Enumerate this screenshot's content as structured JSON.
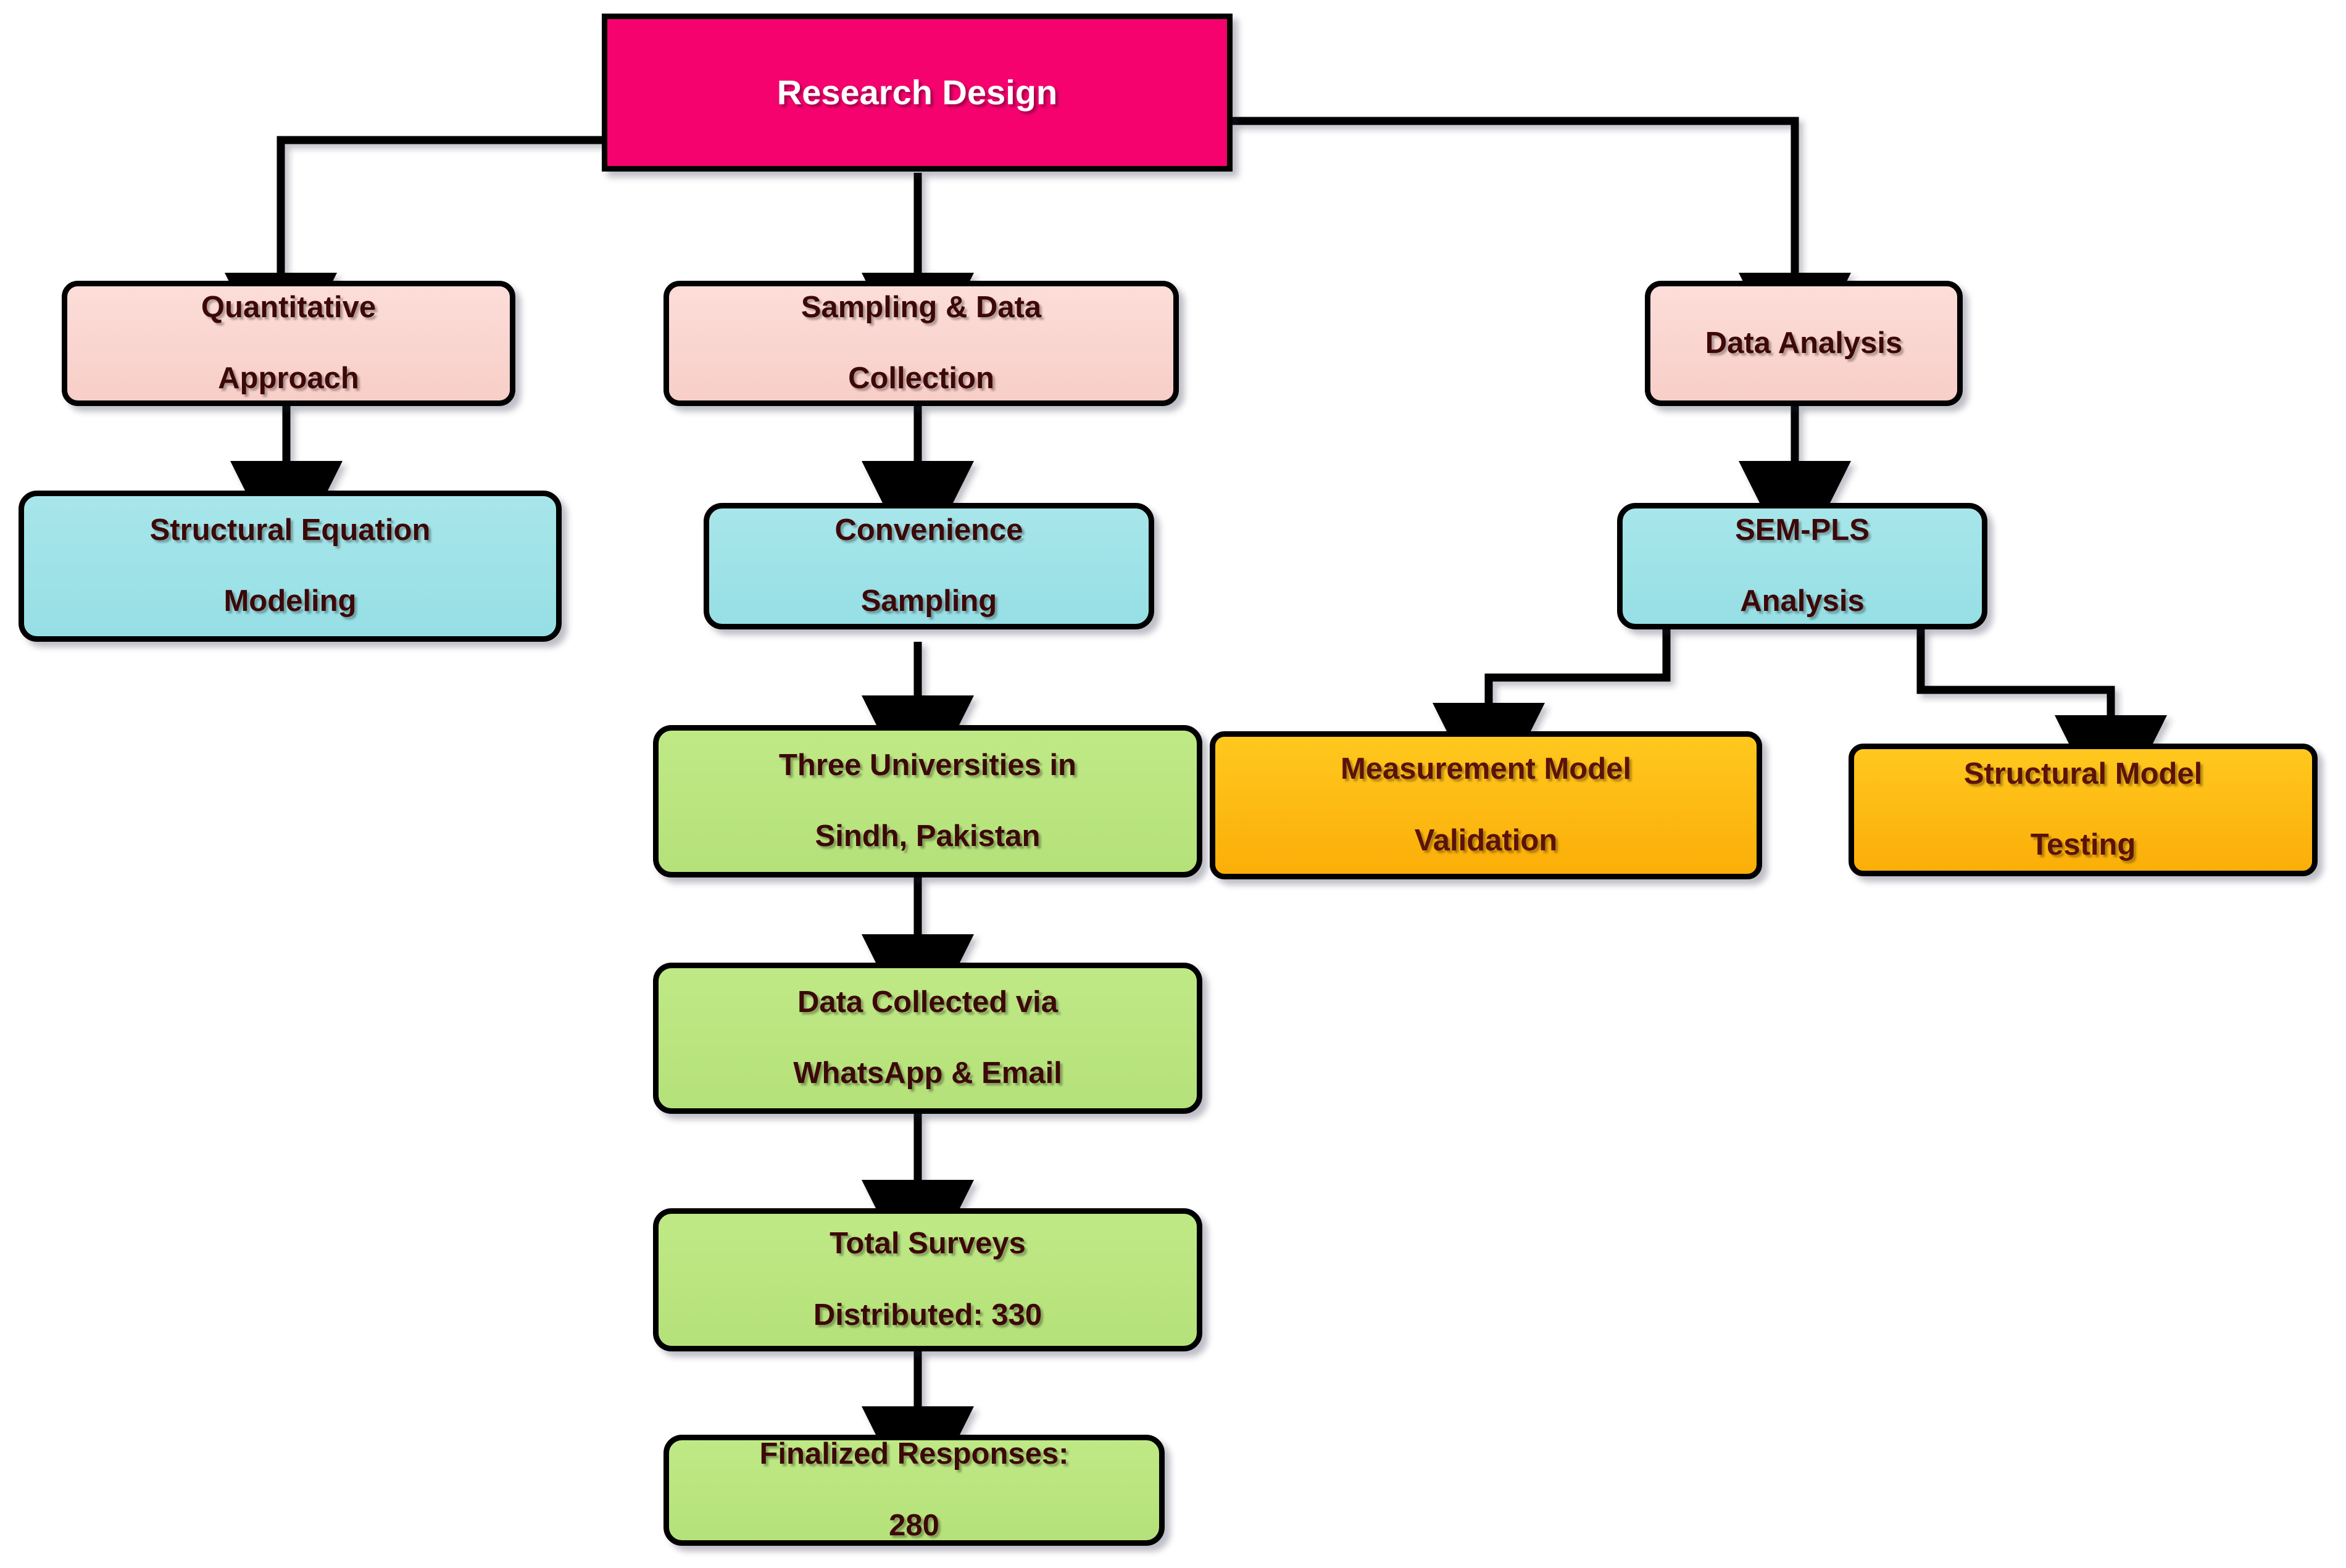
{
  "diagram": {
    "type": "flowchart",
    "title": "Research Design",
    "orientation": "top-down",
    "palette": {
      "root": "#F5026F",
      "stage": "#FAD5D0",
      "method": "#9EE3E8",
      "data": "#BBE77F",
      "model": "#FFB808",
      "text_dark": "#3D0808",
      "text_light": "#FFFFFF",
      "edge": "#000000",
      "background": "#FFFFFF"
    },
    "nodes": [
      {
        "id": "root",
        "label": "Research Design",
        "color_role": "root",
        "shape": "rect"
      },
      {
        "id": "quant",
        "label": "Quantitative\nApproach",
        "color_role": "stage",
        "shape": "rounded"
      },
      {
        "id": "sampling",
        "label": "Sampling & Data\nCollection",
        "color_role": "stage",
        "shape": "rounded"
      },
      {
        "id": "analysis",
        "label": "Data Analysis",
        "color_role": "stage",
        "shape": "rounded"
      },
      {
        "id": "sem",
        "label": "Structural Equation\nModeling",
        "color_role": "method",
        "shape": "rounded"
      },
      {
        "id": "conv",
        "label": "Convenience\nSampling",
        "color_role": "method",
        "shape": "rounded"
      },
      {
        "id": "sempls",
        "label": "SEM-PLS\nAnalysis",
        "color_role": "method",
        "shape": "rounded"
      },
      {
        "id": "unis",
        "label": "Three Universities in\nSindh, Pakistan",
        "color_role": "data",
        "shape": "rounded"
      },
      {
        "id": "collected",
        "label": "Data Collected via\nWhatsApp & Email",
        "color_role": "data",
        "shape": "rounded"
      },
      {
        "id": "surveys",
        "label": "Total Surveys\nDistributed: 330",
        "color_role": "data",
        "shape": "rounded"
      },
      {
        "id": "finalized",
        "label": "Finalized Responses:\n280",
        "color_role": "data",
        "shape": "rounded"
      },
      {
        "id": "measure",
        "label": "Measurement Model\nValidation",
        "color_role": "model",
        "shape": "rounded"
      },
      {
        "id": "structest",
        "label": "Structural Model\nTesting",
        "color_role": "model",
        "shape": "rounded"
      }
    ],
    "edges": [
      {
        "from": "root",
        "to": "quant",
        "style": "elbow-left"
      },
      {
        "from": "root",
        "to": "sampling",
        "style": "straight"
      },
      {
        "from": "root",
        "to": "analysis",
        "style": "elbow-right"
      },
      {
        "from": "quant",
        "to": "sem",
        "style": "straight"
      },
      {
        "from": "sampling",
        "to": "conv",
        "style": "straight"
      },
      {
        "from": "conv",
        "to": "unis",
        "style": "straight"
      },
      {
        "from": "unis",
        "to": "collected",
        "style": "straight"
      },
      {
        "from": "collected",
        "to": "surveys",
        "style": "straight"
      },
      {
        "from": "surveys",
        "to": "finalized",
        "style": "straight"
      },
      {
        "from": "analysis",
        "to": "sempls",
        "style": "straight"
      },
      {
        "from": "sempls",
        "to": "measure",
        "style": "elbow-left"
      },
      {
        "from": "sempls",
        "to": "structest",
        "style": "elbow-right"
      }
    ],
    "node_text": {
      "root": {
        "line1": "Research Design",
        "line2": ""
      },
      "quant": {
        "line1": "Quantitative",
        "line2": "Approach"
      },
      "sampling": {
        "line1": "Sampling & Data",
        "line2": "Collection"
      },
      "analysis": {
        "line1": "Data Analysis",
        "line2": ""
      },
      "sem": {
        "line1": "Structural Equation",
        "line2": "Modeling"
      },
      "conv": {
        "line1": "Convenience",
        "line2": "Sampling"
      },
      "sempls": {
        "line1": "SEM-PLS",
        "line2": "Analysis"
      },
      "unis": {
        "line1": "Three Universities in",
        "line2": "Sindh, Pakistan"
      },
      "collected": {
        "line1": "Data Collected via",
        "line2": "WhatsApp & Email"
      },
      "surveys": {
        "line1": "Total Surveys",
        "line2": "Distributed: 330"
      },
      "finalized": {
        "line1": "Finalized Responses:",
        "line2": "280"
      },
      "measure": {
        "line1": "Measurement Model",
        "line2": "Validation"
      },
      "structest": {
        "line1": "Structural Model",
        "line2": "Testing"
      }
    },
    "metrics": {
      "surveys_distributed": 330,
      "finalized_responses": 280,
      "universities": 3
    }
  }
}
